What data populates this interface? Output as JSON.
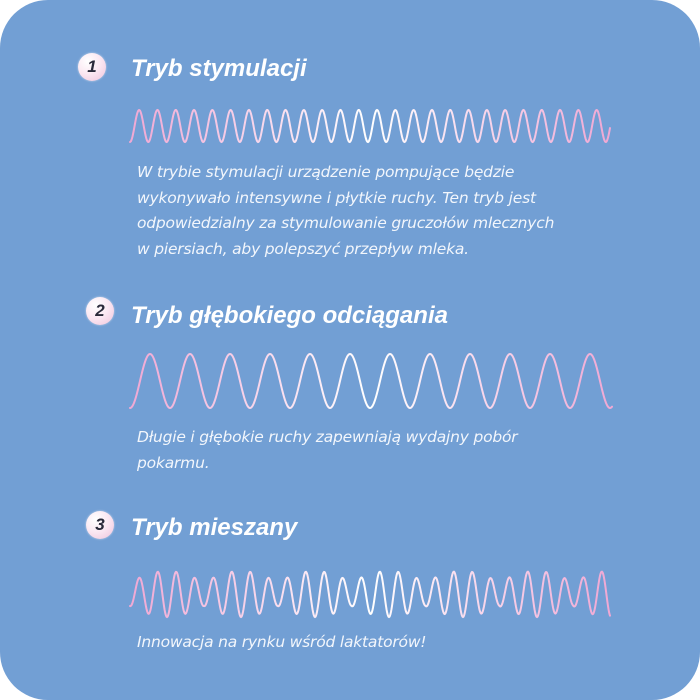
{
  "colors": {
    "background": "#729fd4",
    "wave_start": "#f0a8d4",
    "wave_end": "#ffffff",
    "badge": "#fbe9f3"
  },
  "sections": [
    {
      "number": "1",
      "title": "Tryb stymulacji",
      "description_lines": [
        "W trybie stymulacji urządzenie pompujące będzie",
        "wykonywało intensywne i płytkie ruchy. Ten tryb jest",
        "odpowiedzialny za stymulowanie gruczołów mlecznych",
        "w piersiach, aby polepszyć przepływ mleka."
      ],
      "icon": "shallow-fast-wave-icon"
    },
    {
      "number": "2",
      "title": "Tryb głębokiego odciągania",
      "description_lines": [
        "Długie i głębokie ruchy zapewniają wydajny pobór",
        "pokarmu."
      ],
      "icon": "deep-slow-wave-icon"
    },
    {
      "number": "3",
      "title": "Tryb mieszany",
      "description_lines": [
        "Innowacja na rynku wśród laktatorów!"
      ],
      "icon": "mixed-wave-icon"
    }
  ]
}
